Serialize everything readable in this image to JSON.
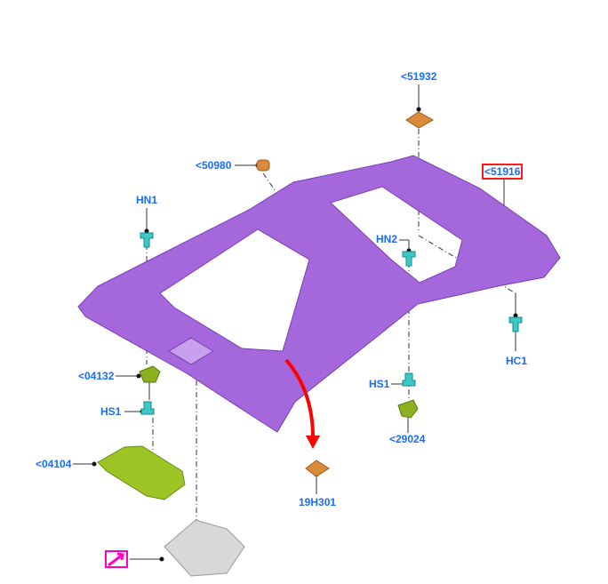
{
  "diagram": {
    "colors": {
      "headliner": "#a060d8",
      "label": "#1a6cff",
      "selected": "#ff1a1a",
      "arrow": "#ff0000",
      "link_box": "#ff00cc"
    },
    "labels": {
      "p51932": "<51932",
      "p50980": "<50980",
      "p51916": "<51916",
      "hn1": "HN1",
      "hn2": "HN2",
      "hc1": "HC1",
      "p04132": "<04132",
      "hs1_left": "HS1",
      "hs1_right": "HS1",
      "p29024": "<29024",
      "p04104": "<04104",
      "p19h301": "19H301"
    },
    "selected_part": "<51916",
    "link_icon": "arrow-link-icon"
  }
}
